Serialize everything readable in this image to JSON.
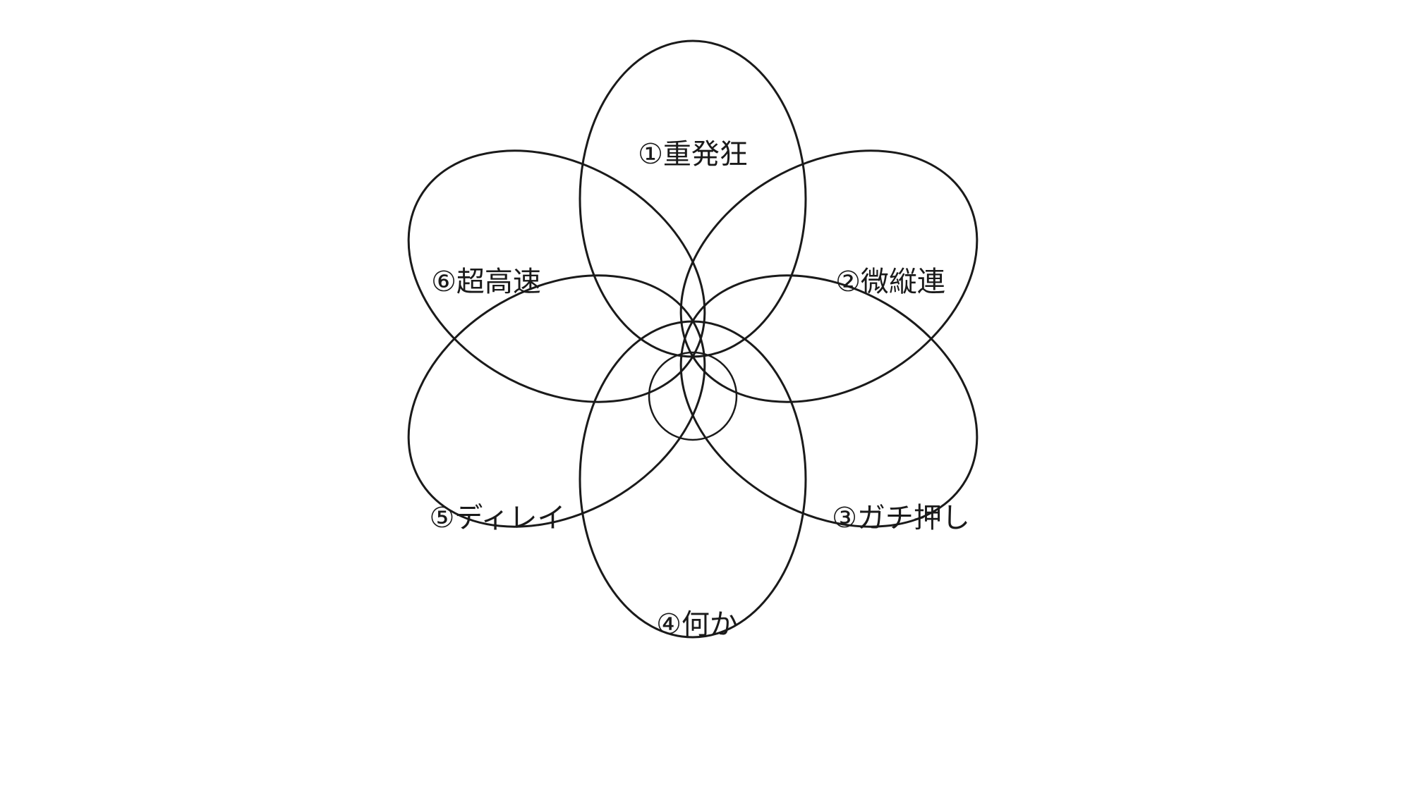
{
  "diagram": {
    "petals": [
      {
        "id": "p1",
        "label": "①重発狂"
      },
      {
        "id": "p2",
        "label": "②微縦連"
      },
      {
        "id": "p3",
        "label": "③ガチ押し"
      },
      {
        "id": "p4",
        "label": "④何か"
      },
      {
        "id": "p5",
        "label": "⑤ディレイ"
      },
      {
        "id": "p6",
        "label": "⑥超高速"
      }
    ],
    "stroke_color": "#1a1a1a",
    "background_color": "#ffffff"
  }
}
